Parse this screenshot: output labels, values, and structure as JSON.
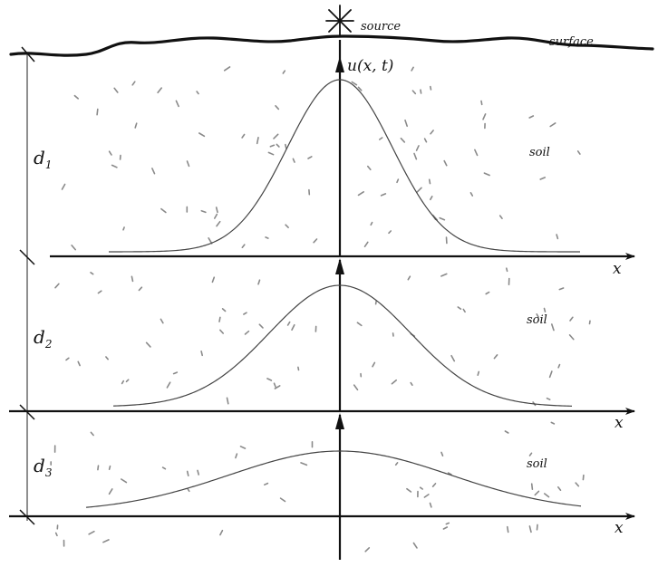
{
  "labels": {
    "source": "source",
    "surface": "surface",
    "u_label": "u(x, t)",
    "x": "x",
    "soil": "soil",
    "d": "d",
    "d1_sub": "1",
    "d2_sub": "2",
    "d3_sub": "3"
  },
  "layers": [
    {
      "name": "layer-1",
      "pulse_peak": 1.0,
      "pulse_width": 0.6
    },
    {
      "name": "layer-2",
      "pulse_peak": 0.78,
      "pulse_width": 0.8
    },
    {
      "name": "layer-3",
      "pulse_peak": 0.45,
      "pulse_width": 1.25
    }
  ],
  "colors": {
    "ink": "#111111",
    "curve": "#444444",
    "speckle": "#8a8a8a"
  }
}
